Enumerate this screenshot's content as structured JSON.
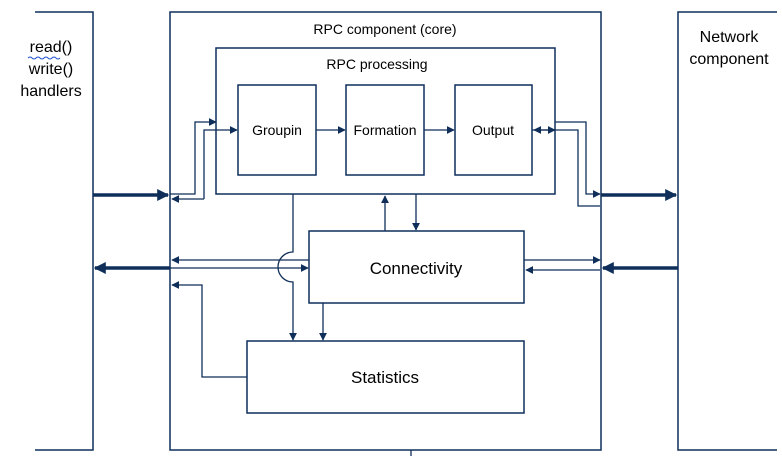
{
  "labels": {
    "left_component": [
      "read()",
      "write()",
      "handlers"
    ],
    "core_title": "RPC component (core)",
    "processing_title": "RPC processing",
    "grouping": "Groupin",
    "formation": "Formation",
    "output": "Output",
    "connectivity": "Connectivity",
    "statistics": "Statistics",
    "network_component": [
      "Network",
      "component"
    ]
  },
  "colors": {
    "line": "#0f2f5a",
    "text": "#000000",
    "background": "#ffffff",
    "spell_underline": "#2050d0"
  }
}
